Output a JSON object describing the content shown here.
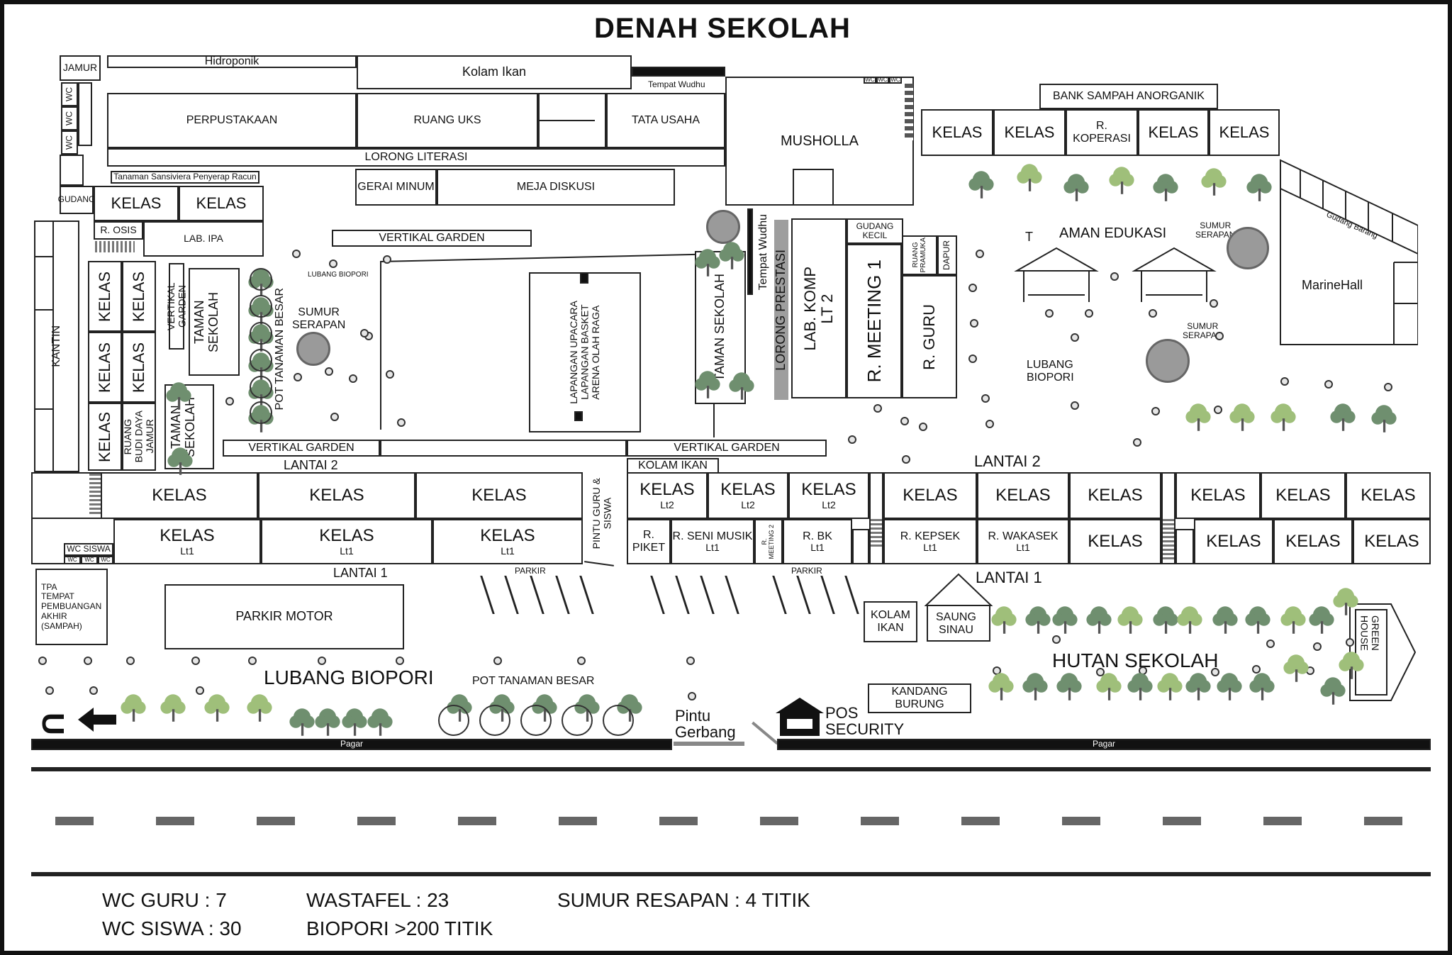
{
  "title": "DENAH SEKOLAH",
  "labels": {
    "jamur": "JAMUR",
    "wc": "WC",
    "gudang": "GUDANG",
    "hidroponik": "Hidroponik",
    "kolam_ikan_top": "Kolam Ikan",
    "tempat_wudhu_top": "Tempat Wudhu",
    "perpustakaan": "PERPUSTAKAAN",
    "ruang_uks": "RUANG UKS",
    "tata_usaha": "TATA USAHA",
    "lorong_literasi": "LORONG LITERASI",
    "musholla": "MUSHOLLA",
    "tanaman_sansiviera": "Tanaman Sansiviera Penyerap Racun",
    "kelas": "KELAS",
    "r_osis": "R. OSIS",
    "lab_ipa": "LAB. IPA",
    "gerai_minum": "GERAI MINUM",
    "meja_diskusi": "MEJA DISKUSI",
    "bank_sampah": "BANK SAMPAH ANORGANIK",
    "r_koperasi": "R. KOPERASI",
    "kantin": "KANTIN",
    "vertikal_garden": "VERTIKAL GARDEN",
    "taman_sekolah": "TAMAN SEKOLAH",
    "pot_tanaman_besar": "POT TANAMAN BESAR",
    "sumur_serapan": "SUMUR SERAPAN",
    "sumur_serapan_small": "SUMUR\nSERAPAN",
    "lubang_biopori_small": "LUBANG BIOPORI",
    "lapangan": "LAPANGAN UPACARA\nLAPANGAN BASKET\nARENA OLAH RAGA",
    "tempat_wudhu_side": "Tempat Wudhu",
    "lorong_prestasi": "LORONG PRESTASI",
    "lab_komp": "LAB. KOMP\nLT 2",
    "gudang_kecil": "GUDANG\nKECIL",
    "r_meeting_1": "R. MEETING 1",
    "ruang_pramuka": "RUANG\nPRAMUKA",
    "dapur": "DAPUR",
    "r_guru": "R. GURU",
    "taman_edukasi_t": "T",
    "taman_edukasi": "AMAN EDUKASI",
    "gudang_barang": "Gudang Barang",
    "marinehall": "MarineHall",
    "lubang_biopori_right": "LUBANG\nBIOPORI",
    "ruang_budi_daya": "RUANG\nBUDI DAYA\nJAMUR",
    "lantai_2": "LANTAI 2",
    "lantai_1": "LANTAI 1",
    "kolam_ikan_mid": "KOLAM IKAN",
    "lt1": "Lt1",
    "lt2": "Lt2",
    "wc_siswa": "WC SISWA",
    "pintu_guru_siswa": "PINTU GURU &\nSISWA",
    "r_piket": "R.\nPIKET",
    "r_seni_musik": "R. SENI MUSIK",
    "r_meeting_2": "R.\nMEETING 2",
    "r_bk": "R. BK",
    "r_kepsek": "R. KEPSEK",
    "r_wakasek": "R. WAKASEK",
    "tpa": "TPA\nTEMPAT\nPEMBUANGAN\nAKHIR\n(SAMPAH)",
    "parkir_motor": "PARKIR MOTOR",
    "parkir": "PARKIR",
    "kolam_ikan_bottom": "KOLAM\nIKAN",
    "saung_sinau": "SAUNG\nSINAU",
    "hutan_sekolah": "HUTAN SEKOLAH",
    "green_house": "GREEN\nHOUSE",
    "lubang_biopori_big": "LUBANG BIOPORI",
    "pot_tanaman_besar_bottom": "POT TANAMAN BESAR",
    "kandang_burung": "KANDANG BURUNG",
    "pintu_gerbang": "Pintu\nGerbang",
    "pos_security": "POS\nSECURITY",
    "pagar": "Pagar",
    "u": "U"
  },
  "legend": {
    "wc_guru": "WC GURU : 7",
    "wc_siswa": "WC SISWA : 30",
    "wastafel": "WASTAFEL : 23",
    "biopori": "BIOPORI >200 TITIK",
    "sumur_resapan": "SUMUR RESAPAN : 4 TITIK"
  },
  "colors": {
    "tree_leaf": "#9fbf7a",
    "tree_leaf_dark": "#6f8f6f",
    "path_gray": "#9e9e9e"
  },
  "icons": [
    "tree-icon",
    "biopori-hole-icon",
    "well-icon",
    "north-arrow-icon",
    "pos-security-icon",
    "pot-plant-icon"
  ]
}
